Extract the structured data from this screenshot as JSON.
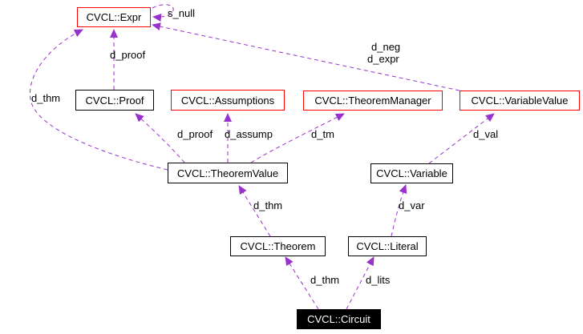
{
  "diagram": {
    "type": "doxygen-collaboration-graph",
    "colors": {
      "edge": "#9932cc",
      "node_border": "#000000",
      "truncated_node_border": "#ff0000",
      "current_node_background": "#000000",
      "current_node_text": "#ffffff",
      "background": "#ffffff"
    },
    "nodes": [
      {
        "label": "CVCL::Expr"
      },
      {
        "label": "CVCL::Proof"
      },
      {
        "label": "CVCL::Assumptions"
      },
      {
        "label": "CVCL::TheoremManager"
      },
      {
        "label": "CVCL::VariableValue"
      },
      {
        "label": "CVCL::TheoremValue"
      },
      {
        "label": "CVCL::Variable"
      },
      {
        "label": "CVCL::Theorem"
      },
      {
        "label": "CVCL::Literal"
      },
      {
        "label": "CVCL::Circuit"
      }
    ],
    "edge_labels": [
      {
        "text": "s_null"
      },
      {
        "text": "d_proof"
      },
      {
        "text": "d_thm"
      },
      {
        "text": "d_neg"
      },
      {
        "text": "d_expr"
      },
      {
        "text": "d_proof"
      },
      {
        "text": "d_assump"
      },
      {
        "text": "d_tm"
      },
      {
        "text": "d_val"
      },
      {
        "text": "d_thm"
      },
      {
        "text": "d_var"
      },
      {
        "text": "d_thm"
      },
      {
        "text": "d_lits"
      }
    ]
  }
}
